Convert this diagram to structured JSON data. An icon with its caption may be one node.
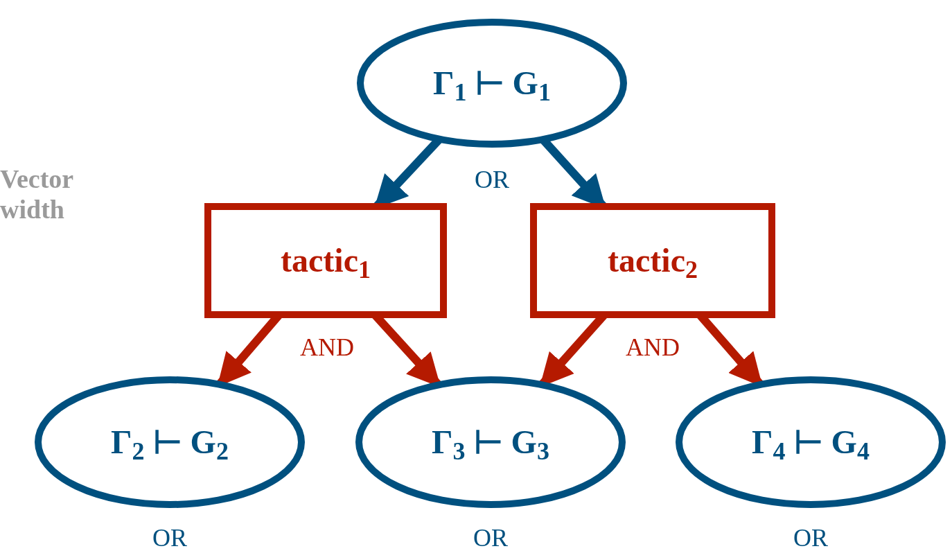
{
  "diagram": {
    "nodes": [
      {
        "text": [
          "Γ$_{1}$ ⊢ G$_{1}$"
        ]
      },
      {
        "text": [
          "tactic$_{1}$"
        ]
      },
      {
        "text": [
          "tactic$_{2}$"
        ]
      },
      {
        "text": [
          "Γ$_{2}$ ⊢ G$_{2}$"
        ],
        "beside": [
          "OR"
        ]
      },
      {
        "text": [
          "Γ$_{3}$ ⊢ G$_{3}$"
        ],
        "beside": [
          "OR"
        ]
      },
      {
        "text": [
          "Γ$_{4}$ ⊢ G$_{4}$"
        ],
        "beside": [
          "OR"
        ]
      }
    ],
    "edges": [
      {
        "from": 0,
        "to": 1,
        "arrow": "to",
        "color": "#00507f"
      },
      {
        "from": 0,
        "to": 2,
        "arrow": "to",
        "color": "#00507f"
      },
      {
        "from": 1,
        "to": 3,
        "arrow": "to"
      },
      {
        "from": 1,
        "to": 4,
        "arrow": "to"
      },
      {
        "from": 2,
        "to": 4,
        "arrow": "to"
      },
      {
        "from": 2,
        "to": 5,
        "arrow": "to"
      }
    ],
    "labels": [
      "Vector width",
      "OR",
      "AND",
      "AND"
    ]
  }
}
